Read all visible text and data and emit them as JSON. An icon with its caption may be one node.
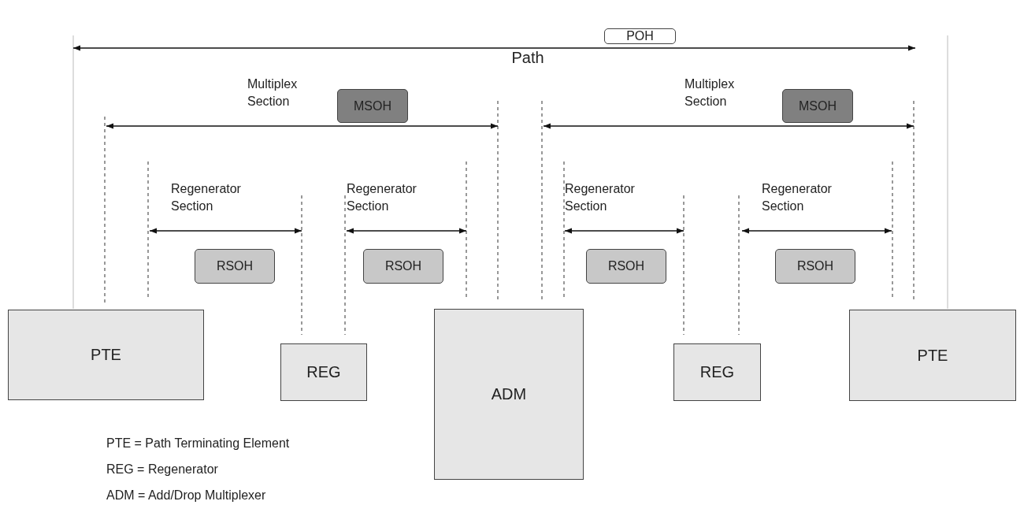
{
  "diagram": {
    "nodes": [
      {
        "text": [
          "POH"
        ]
      },
      {
        "text": [
          "MSOH"
        ]
      },
      {
        "text": [
          "MSOH"
        ]
      },
      {
        "text": [
          "RSOH"
        ]
      },
      {
        "text": [
          "RSOH"
        ]
      },
      {
        "text": [
          "RSOH"
        ]
      },
      {
        "text": [
          "RSOH"
        ]
      },
      {
        "text": [
          "PTE"
        ]
      },
      {
        "text": [
          "REG"
        ]
      },
      {
        "text": [
          "ADM"
        ]
      },
      {
        "text": [
          "REG"
        ]
      },
      {
        "text": [
          "PTE"
        ]
      }
    ],
    "labels": [
      "Path",
      "Multiplex Section",
      "Multiplex Section",
      "Regenerator Section",
      "Regenerator Section",
      "Regenerator Section",
      "Regenerator Section",
      "PTE = Path Terminating Element",
      "REG = Regenerator",
      "ADM = Add/Drop Multiplexer"
    ]
  }
}
